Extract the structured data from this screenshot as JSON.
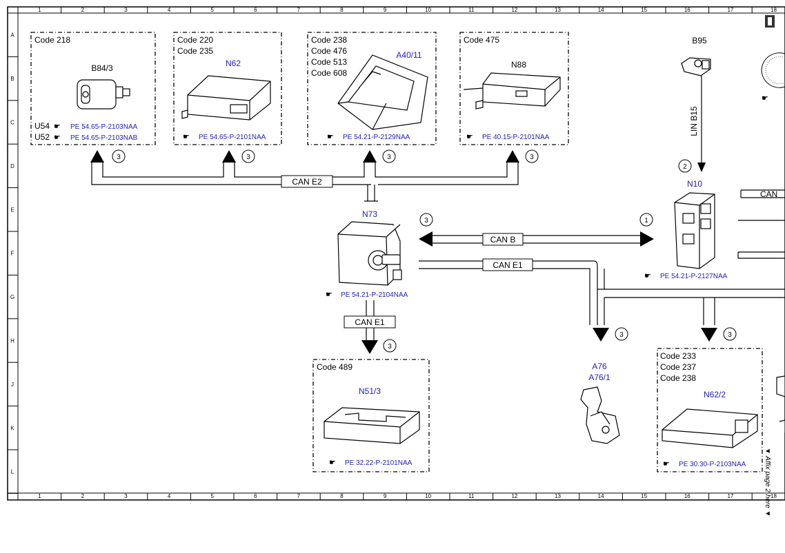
{
  "grid": {
    "cols": [
      "1",
      "2",
      "3",
      "4",
      "5",
      "6",
      "7",
      "8",
      "9",
      "10",
      "11",
      "12",
      "13",
      "14",
      "15",
      "16",
      "17",
      "18"
    ],
    "rows": [
      "A",
      "B",
      "C",
      "D",
      "E",
      "F",
      "G",
      "H",
      "J",
      "K",
      "L"
    ]
  },
  "boxes": {
    "b218": {
      "codes": [
        "Code 218"
      ],
      "component": "B84/3",
      "refs": [
        {
          "prefix": "U54",
          "ref": "PE 54.65-P-2103NAA"
        },
        {
          "prefix": "U52",
          "ref": "PE 54.65-P-2103NAB"
        }
      ]
    },
    "b220": {
      "codes": [
        "Code 220",
        "Code 235"
      ],
      "component": "N62",
      "ref": "PE 54.65-P-2101NAA"
    },
    "b238": {
      "codes": [
        "Code 238",
        "Code 476",
        "Code 513",
        "Code 608"
      ],
      "component": "A40/11",
      "ref": "PE 54.21-P-2129NAA"
    },
    "b475": {
      "codes": [
        "Code 475"
      ],
      "component": "N88",
      "ref": "PE 40.15-P-2101NAA"
    },
    "b489": {
      "codes": [
        "Code 489"
      ],
      "component": "N51/3",
      "ref": "PE 32.22-P-2101NAA"
    },
    "b233": {
      "codes": [
        "Code 233",
        "Code 237",
        "Code 238"
      ],
      "component": "N62/2",
      "ref": "PE 30.30-P-2103NAA"
    }
  },
  "components": {
    "n73": {
      "label": "N73",
      "ref": "PE 54.21-P-2104NAA"
    },
    "n10": {
      "label": "N10",
      "ref": "PE 54.21-P-2127NAA"
    },
    "b95": {
      "label": "B95"
    },
    "a76": {
      "label1": "A76",
      "label2": "A76/1"
    }
  },
  "buses": {
    "can_e2": "CAN E2",
    "can_b": "CAN B",
    "can_e1_right": "CAN E1",
    "can_e1_down": "CAN E1",
    "lin_b15": "LIN B15",
    "can_right": "CAN"
  },
  "markers": {
    "m1": "1",
    "m2": "2",
    "m3": "3"
  },
  "affix_note": "▼ Affix page 2 here ▼",
  "colors": {
    "accent": "#2020c0",
    "line": "#000000"
  }
}
